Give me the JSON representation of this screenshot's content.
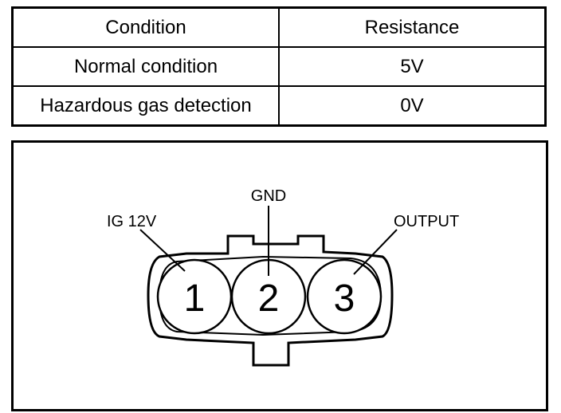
{
  "table": {
    "headers": [
      "Condition",
      "Resistance"
    ],
    "rows": [
      [
        "Normal condition",
        "5V"
      ],
      [
        "Hazardous gas detection",
        "0V"
      ]
    ]
  },
  "connector": {
    "pins": [
      {
        "number": "1",
        "label": "IG 12V"
      },
      {
        "number": "2",
        "label": "GND"
      },
      {
        "number": "3",
        "label": "OUTPUT"
      }
    ]
  }
}
